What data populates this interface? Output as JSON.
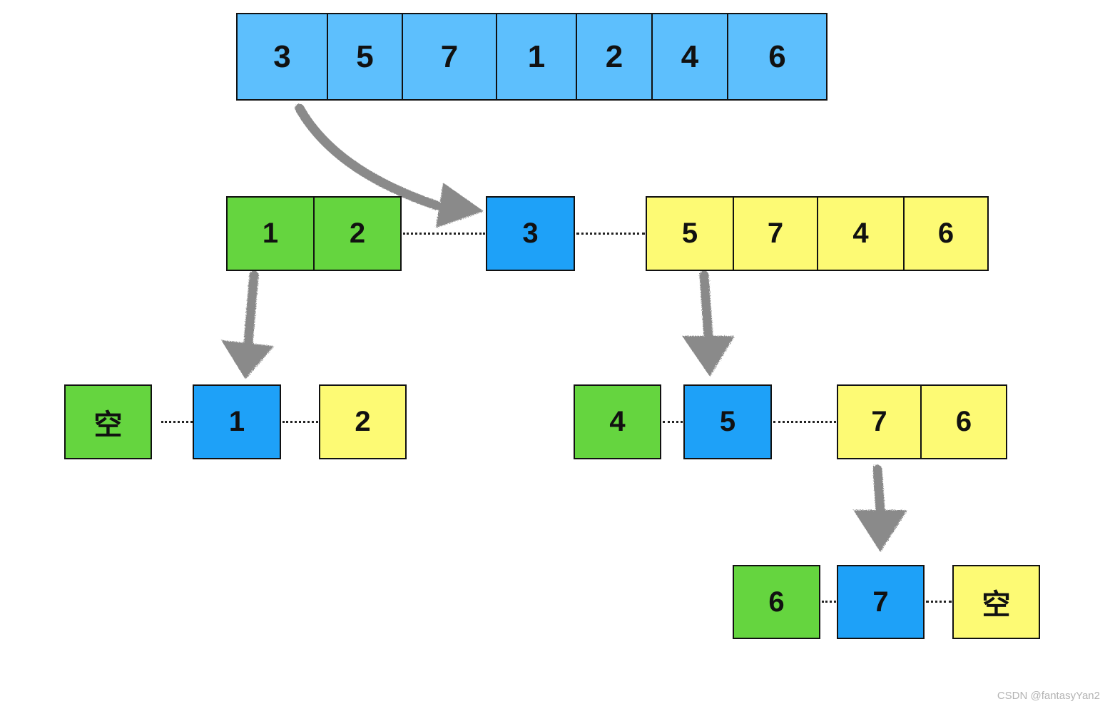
{
  "colors": {
    "top_array": "#5dbffd",
    "left_part": "#65d53f",
    "pivot": "#1ea1f8",
    "right_part": "#fdfa74",
    "arrow": "#8a8a8a"
  },
  "top_array": [
    "3",
    "5",
    "7",
    "1",
    "2",
    "4",
    "6"
  ],
  "level1": {
    "left": [
      "1",
      "2"
    ],
    "pivot": "3",
    "right": [
      "5",
      "7",
      "4",
      "6"
    ]
  },
  "level2_left": {
    "left": "空",
    "pivot": "1",
    "right": "2"
  },
  "level2_right": {
    "left": "4",
    "pivot": "5",
    "right": [
      "7",
      "6"
    ]
  },
  "level3": {
    "left": "6",
    "pivot": "7",
    "right": "空"
  },
  "watermark": "CSDN @fantasyYan2"
}
